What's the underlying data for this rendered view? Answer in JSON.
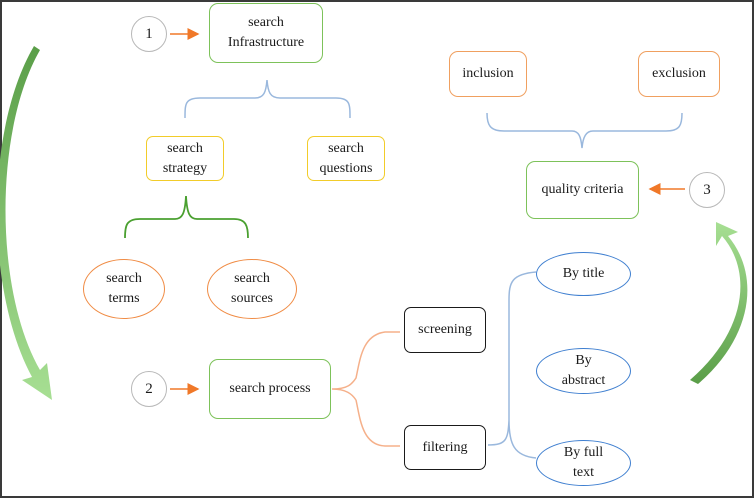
{
  "diagram": {
    "steps": {
      "step1": "1",
      "step2": "2",
      "step3": "3"
    },
    "nodes": {
      "search_infrastructure": "search\nInfrastructure",
      "search_strategy": "search\nstrategy",
      "search_questions": "search\nquestions",
      "search_terms": "search\nterms",
      "search_sources": "search\nsources",
      "inclusion": "inclusion",
      "exclusion": "exclusion",
      "quality_criteria": "quality criteria",
      "search_process": "search process",
      "screening": "screening",
      "filtering": "filtering",
      "by_title": "By title",
      "by_abstract": "By\nabstract",
      "by_full_text": "By full\ntext"
    },
    "colors": {
      "green_border": "#7dc25a",
      "yellow_border": "#f2cc2a",
      "orange_border": "#f0a060",
      "blue_border": "#3f7fd0",
      "black_border": "#1a1a1a",
      "arrow_orange": "#f07828",
      "bracket_blue": "#9ab8dd",
      "bracket_green": "#4aa030",
      "bracket_orange": "#f5b08a",
      "curved_arrow_green": "#6fbf5a"
    }
  }
}
